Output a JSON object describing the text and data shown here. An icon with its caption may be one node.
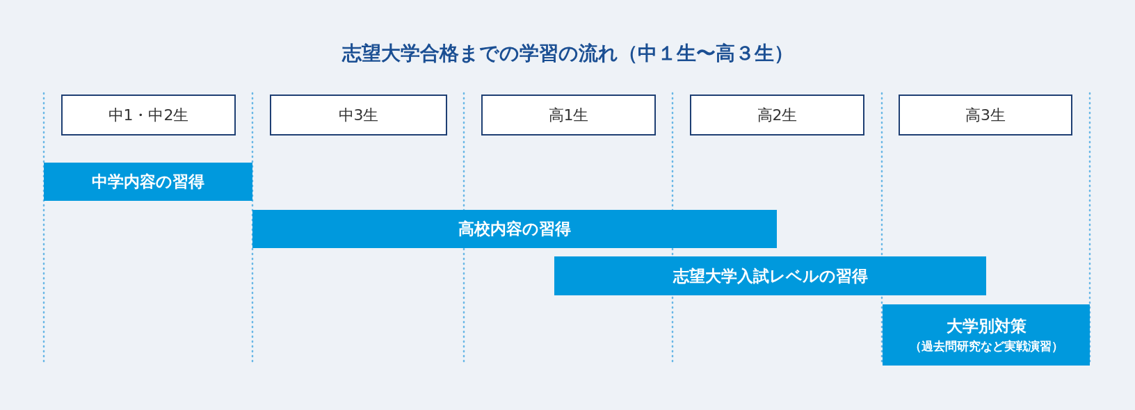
{
  "diagram": {
    "title": "志望大学合格までの学習の流れ（中１生〜高３生）",
    "nodes": [
      {
        "text": [
          "中1・中2生"
        ]
      },
      {
        "text": [
          "中3生"
        ]
      },
      {
        "text": [
          "高1生"
        ]
      },
      {
        "text": [
          "高2生"
        ]
      },
      {
        "text": [
          "高3生"
        ]
      },
      {
        "text": [
          "中学内容の習得"
        ]
      },
      {
        "text": [
          "高校内容の習得"
        ]
      },
      {
        "text": [
          "志望大学入試レベルの習得"
        ]
      },
      {
        "text": [
          "大学別対策",
          "（過去問研究など実戦演習）"
        ]
      }
    ]
  }
}
